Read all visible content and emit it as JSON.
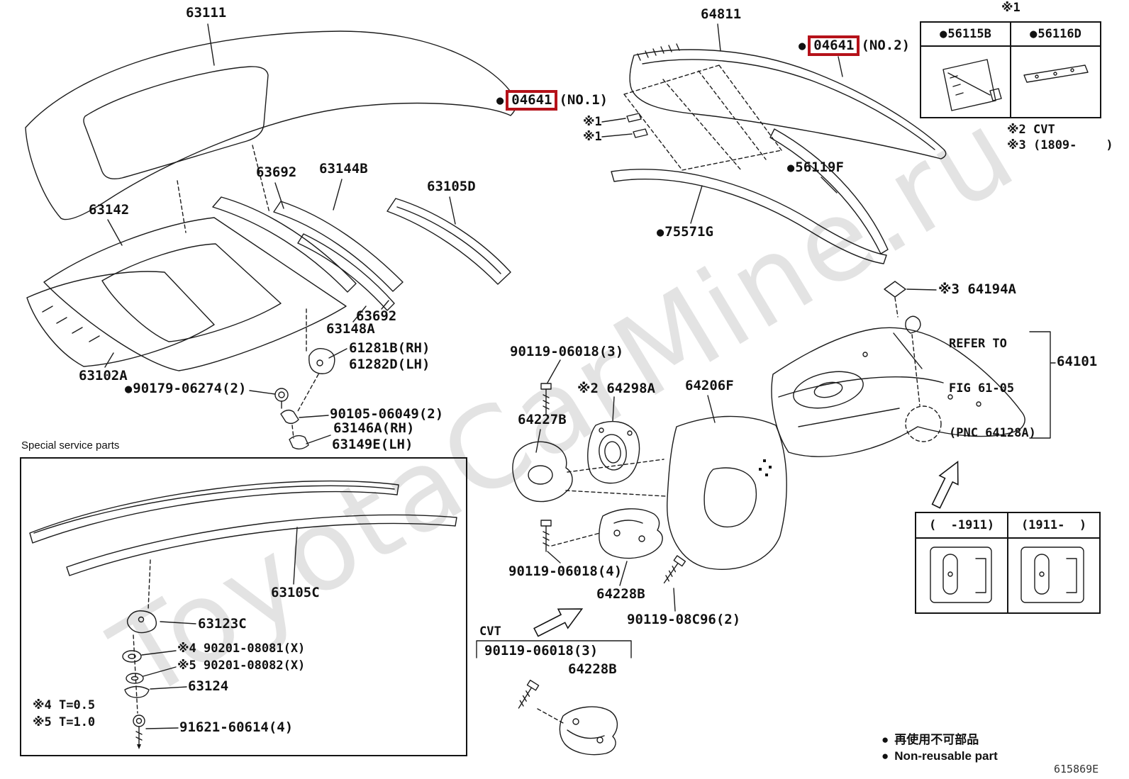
{
  "watermark": "ToyotaCarMine.ru",
  "doc_number": "615869E",
  "dot": "●",
  "highlight_color": "#b5121a",
  "labels": {
    "p63111": "63111",
    "p64811": "64811",
    "p04641": "04641",
    "no1": "(NO.1)",
    "no2": "(NO.2)",
    "star1": "※1",
    "p56115B": "56115B",
    "p56116D": "56116D",
    "note_cvt": "※2 CVT",
    "note_1809": "※3 (1809-    )",
    "p56119F": "56119F",
    "p75571G": "75571G",
    "p63692": "63692",
    "p63144B": "63144B",
    "p63105D": "63105D",
    "p63142": "63142",
    "p63148A": "63148A",
    "p61281B": "61281B(RH)",
    "p61282D": "61282D(LH)",
    "p63102A": "63102A",
    "p90179": "90179-06274(2)",
    "p90105": "90105-06049(2)",
    "p63146A": "63146A(RH)",
    "p63149E": "63149E(LH)",
    "special_title": "Special service parts",
    "p63105C": "63105C",
    "p63123C": "63123C",
    "p90201_1": "※4 90201-08081(X)",
    "p90201_2": "※5 90201-08082(X)",
    "p63124": "63124",
    "note_t05": "※4 T=0.5",
    "note_t10": "※5 T=1.0",
    "p91621": "91621-60614(4)",
    "p90119_3": "90119-06018(3)",
    "p64298A": "※2 64298A",
    "p64206F": "64206F",
    "p64227B": "64227B",
    "p64194A": "※3 64194A",
    "refer1": "REFER TO",
    "refer2": "FIG 61-05",
    "refer3": "(PNC 64128A)",
    "p64101": "64101",
    "p90119_4": "90119-06018(4)",
    "p64228B": "64228B",
    "p90119_08C96": "90119-08C96(2)",
    "cvt": "CVT",
    "range_old": "(  -1911)",
    "range_new": "(1911-  )",
    "legend_jp": "再使用不可部品",
    "legend_en": "Non-reusable part"
  }
}
